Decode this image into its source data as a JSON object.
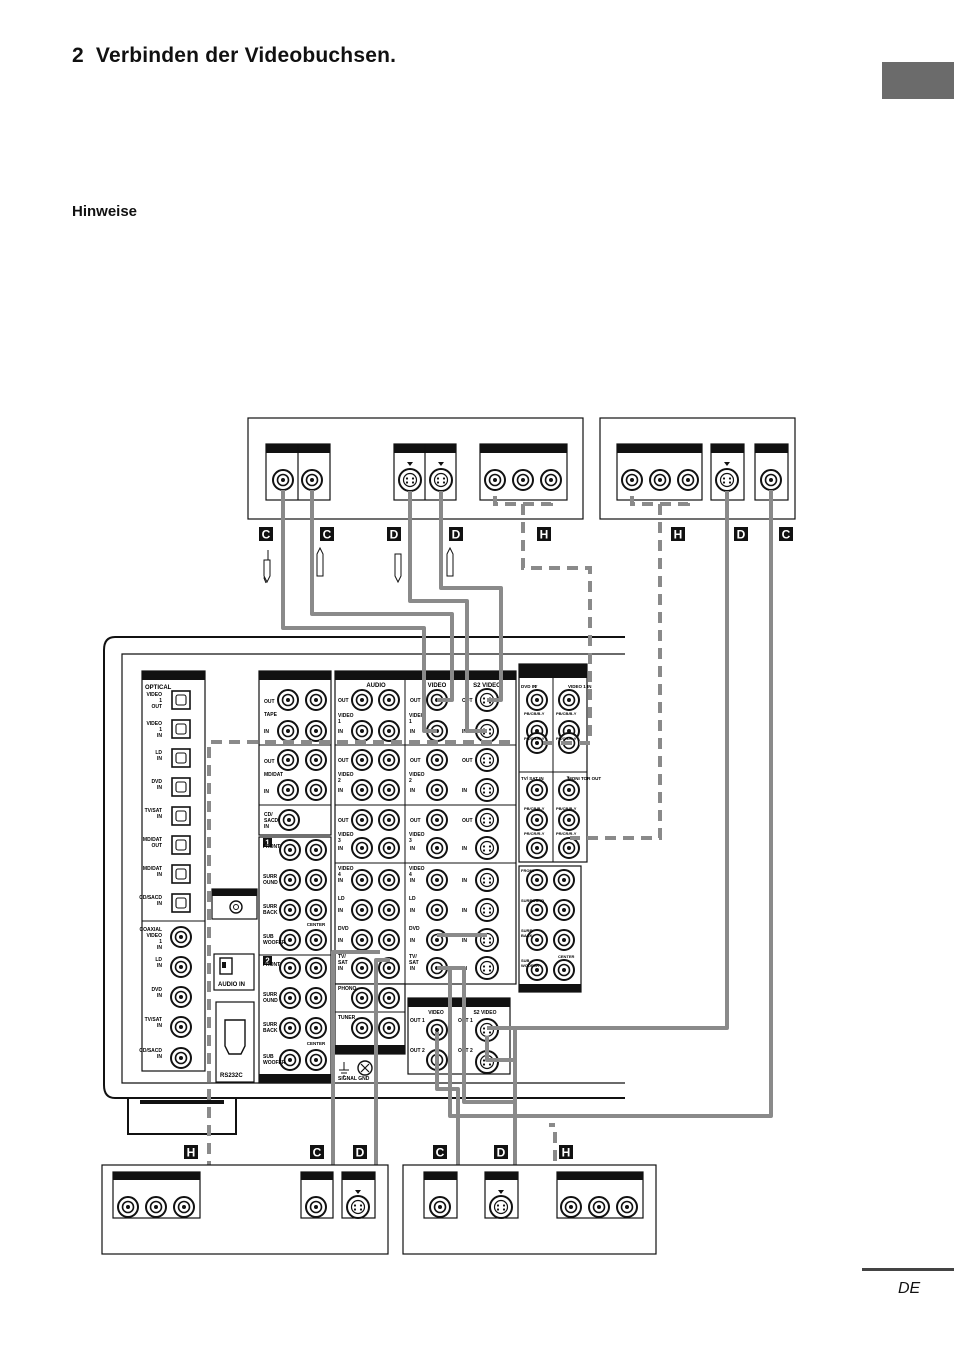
{
  "page": {
    "step_number": "2",
    "heading": "Verbinden der Videobuchsen.",
    "notes_heading": "Hinweise",
    "language_code": "DE"
  },
  "colors": {
    "cable": "#8a8a8a",
    "side_tab": "#6b6b6b",
    "ink": "#111111"
  },
  "diagram": {
    "callout_letters": {
      "c": "C",
      "d": "D",
      "h": "H"
    },
    "optical": {
      "header": "OPTICAL",
      "labels": [
        "VIDEO 1 OUT",
        "VIDEO 1 IN",
        "LD IN",
        "DVD IN",
        "TV/SAT IN",
        "MD/DAT OUT",
        "MD/DAT IN",
        "CD/SACD IN"
      ]
    },
    "coaxial": {
      "labels": [
        "COAXIAL VIDEO 1 IN",
        "LD IN",
        "DVD IN",
        "TV/SAT IN",
        "CD/SACD IN"
      ]
    },
    "audio_in_label": "AUDIO IN",
    "rs232c_label": "RS232C",
    "tape_section": {
      "labels": [
        "OUT",
        "TAPE",
        "IN",
        "OUT",
        "MD/DAT",
        "IN",
        "CD/ SACD IN"
      ]
    },
    "multich": {
      "marker_1": "1",
      "marker_2": "2",
      "labels_1": [
        "FRONT",
        "SURR OUND",
        "SURR BACK",
        "SUB WOOFER"
      ],
      "labels_2": [
        "FRONT",
        "SURR OUND",
        "SURR BACK",
        "SUB WOOFER"
      ],
      "center_label": "CENTER"
    },
    "main_block": {
      "col_audio": "AUDIO",
      "col_video": "VIDEO",
      "col_s2video": "S2 VIDEO",
      "rows": [
        "VIDEO 1",
        "VIDEO 2",
        "VIDEO 3",
        "VIDEO 4",
        "LD",
        "DVD",
        "TV/ SAT"
      ],
      "io_out": "OUT",
      "io_in": "IN",
      "phono_label": "PHONO",
      "tuner_label": "TUNER",
      "gnd_label": "SIGNAL GND"
    },
    "monitor_block": {
      "col_video": "VIDEO",
      "col_s2video": "S2 VIDEO",
      "out1": "OUT 1",
      "out2": "OUT 2"
    },
    "component_block": {
      "dvd_in": "DVD IN",
      "video1_in": "VIDEO 1 IN",
      "tvsat_in": "TV/ SAT IN",
      "monitor_out": "MONI TOR OUT",
      "y": "Y",
      "pb": "PB/CB/B-Y",
      "pr": "PR/CR/R-Y"
    },
    "preout_block": {
      "labels": [
        "FRONT",
        "SURROUND",
        "SURR BACK",
        "SUB WOOFER",
        "CENTER"
      ]
    }
  }
}
